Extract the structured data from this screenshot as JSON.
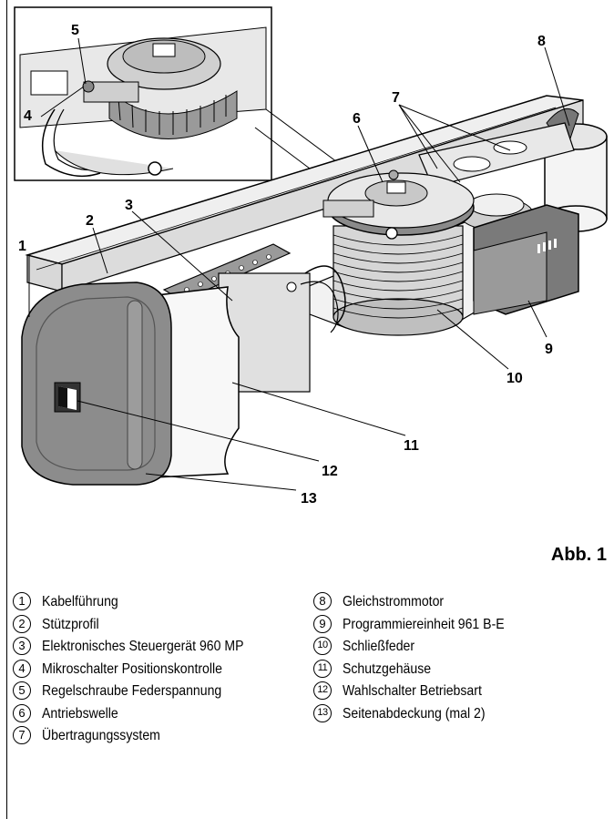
{
  "figure": {
    "label": "Abb. 1",
    "callouts": [
      "1",
      "2",
      "3",
      "4",
      "5",
      "6",
      "7",
      "8",
      "9",
      "10",
      "11",
      "12",
      "13"
    ]
  },
  "legend": {
    "left": [
      {
        "num": "1",
        "text": "Kabelführung"
      },
      {
        "num": "2",
        "text": "Stützprofil"
      },
      {
        "num": "3",
        "text": "Elektronisches Steuergerät 960 MP"
      },
      {
        "num": "4",
        "text": "Mikroschalter Positionskontrolle"
      },
      {
        "num": "5",
        "text": "Regelschraube Federspannung"
      },
      {
        "num": "6",
        "text": "Antriebswelle"
      },
      {
        "num": "7",
        "text": "Übertragungssystem"
      }
    ],
    "right": [
      {
        "num": "8",
        "text": "Gleichstrommotor"
      },
      {
        "num": "9",
        "text": "Programmiereinheit 961 B-E"
      },
      {
        "num": "10",
        "text": "Schließfeder"
      },
      {
        "num": "11",
        "text": "Schutzgehäuse"
      },
      {
        "num": "12",
        "text": "Wahlschalter Betriebsart"
      },
      {
        "num": "13",
        "text": "Seitenabdeckung (mal 2)"
      }
    ]
  }
}
